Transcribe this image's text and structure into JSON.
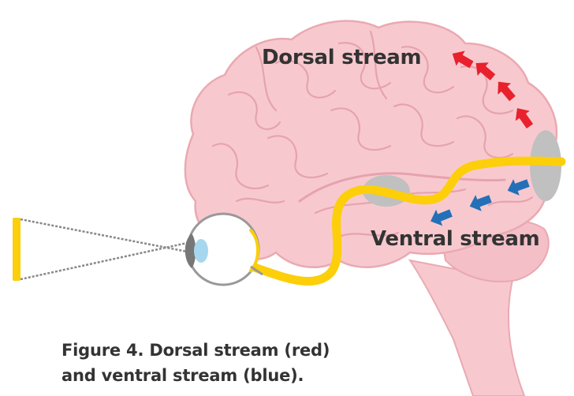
{
  "labels": {
    "dorsal": "Dorsal stream",
    "ventral": "Ventral stream"
  },
  "caption": {
    "line1": "Figure 4. Dorsal stream (red)",
    "line2": "and ventral stream (blue)."
  },
  "colors": {
    "brain_fill": "#f7c9cf",
    "brain_outline": "#eaa9b2",
    "brain_folds": "#e6a3ad",
    "optic_pathway": "#fccf0a",
    "visual_area": "#c0c0c0",
    "dorsal_arrows": "#e8212d",
    "ventral_arrows": "#2470b8",
    "object_bar": "#fccf0a",
    "eye_white": "#ffffff",
    "eye_outline": "#999999",
    "lens": "#a7d7ef",
    "text": "#333333"
  },
  "icons": {
    "eye": "eye-icon",
    "brain": "brain-icon",
    "object": "object-bar-icon"
  }
}
